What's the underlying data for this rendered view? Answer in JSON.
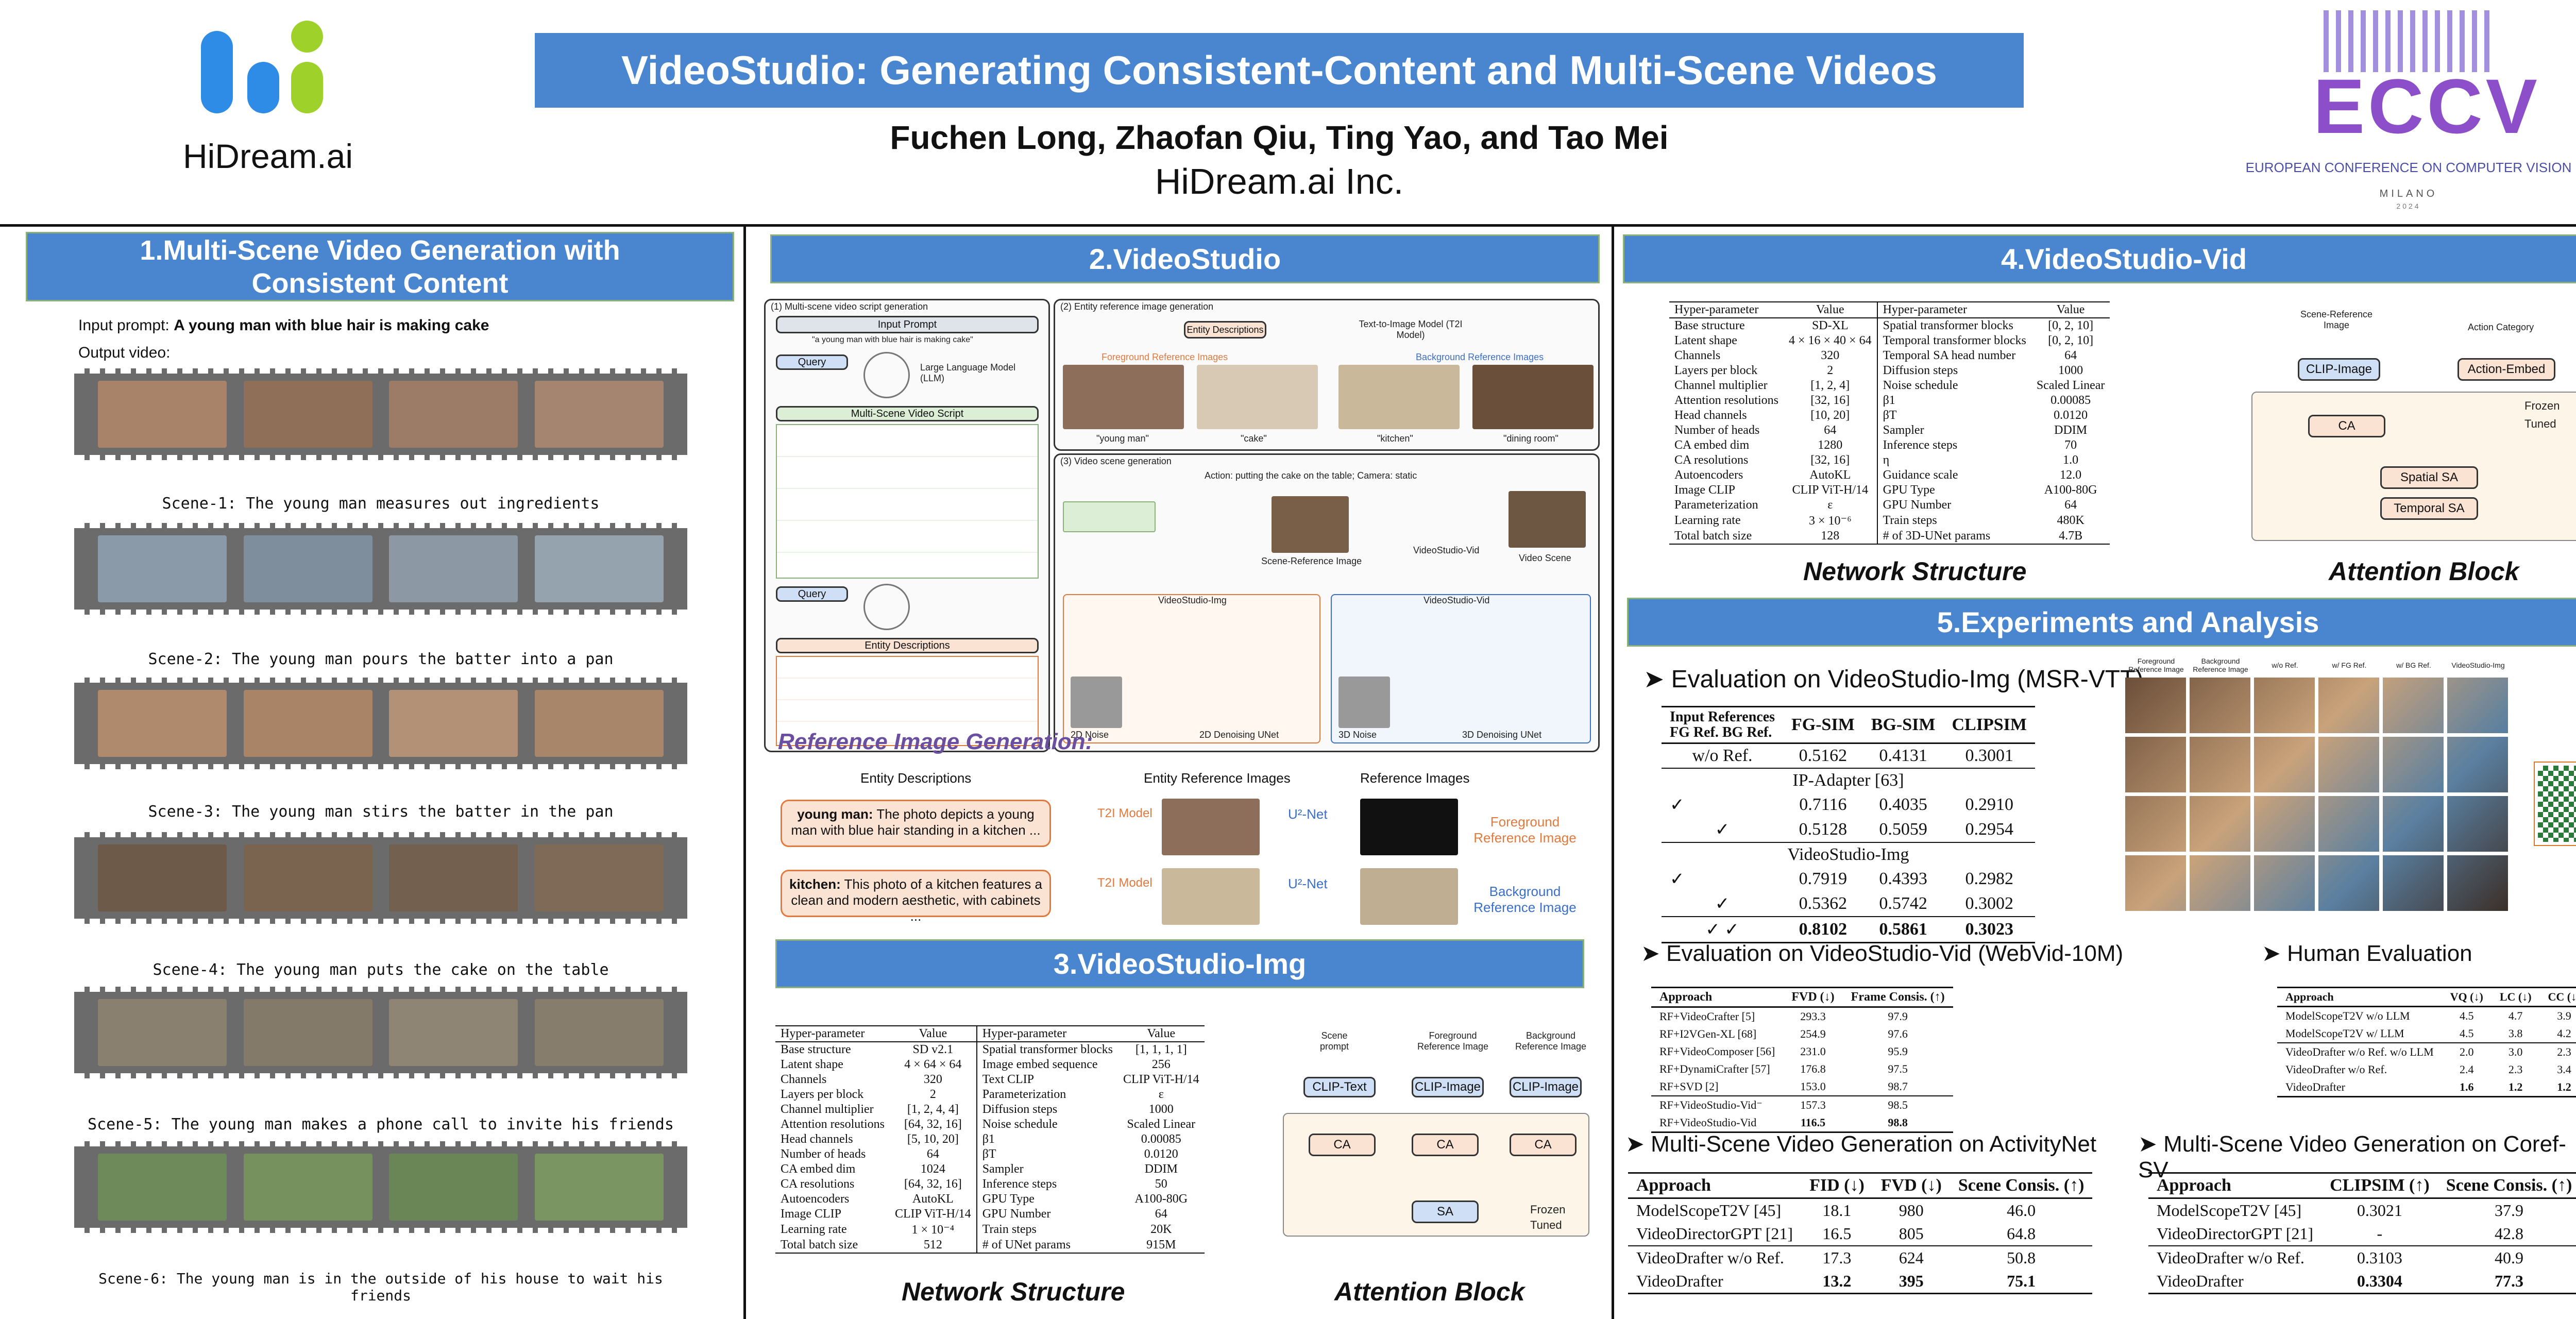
{
  "header": {
    "logo_text": "HiDream.ai",
    "title": "VideoStudio: Generating Consistent-Content and Multi-Scene Videos",
    "authors": "Fuchen Long, Zhaofan Qiu, Ting Yao, and Tao Mei",
    "institution": "HiDream.ai Inc.",
    "eccv_text": "ECCV",
    "eccv_sub": "EUROPEAN CONFERENCE ON COMPUTER VISION",
    "eccv_city": "MILANO",
    "eccv_year": "2024"
  },
  "sections": {
    "s1": "1.Multi-Scene Video Generation with Consistent Content",
    "s2": "2.VideoStudio",
    "s3": "3.VideoStudio-Img",
    "s4": "4.VideoStudio-Vid",
    "s5": "5.Experiments and Analysis"
  },
  "s1": {
    "prompt_label": "Input prompt: ",
    "prompt": "A young man with blue hair is making cake",
    "output_label": "Output video:",
    "scenes": [
      "Scene-1: The young man measures out ingredients",
      "Scene-2: The young man pours the batter into a pan",
      "Scene-3: The young man stirs the batter in the pan",
      "Scene-4: The young man puts the cake on the table",
      "Scene-5: The young man makes a phone call to invite his friends",
      "Scene-6: The young man is in the outside of his house to wait his friends"
    ]
  },
  "s2": {
    "p1": "(1) Multi-scene video script generation",
    "p2": "(2) Entity reference image generation",
    "p3": "(3) Video scene generation",
    "input_prompt": "Input Prompt",
    "prompt_q": "\"a young man with blue hair is making cake\"",
    "query": "Query",
    "llm": "Large Language Model (LLM)",
    "script": "Multi-Scene Video Script",
    "entity_desc": "Entity Descriptions",
    "t2i": "Text-to-Image Model (T2I Model)",
    "fg_ref": "Foreground Reference Images",
    "bg_ref": "Background Reference Images",
    "ents": [
      "\"young man\"",
      "\"cake\"",
      "\"kitchen\"",
      "\"dining room\""
    ],
    "action": "Action: putting the cake on the table; Camera: static",
    "vs_img": "VideoStudio-Img",
    "vs_vid": "VideoStudio-Vid",
    "sri": "Scene-Reference Image",
    "video_scene": "Video Scene",
    "unet2": "2D Denoising UNet",
    "unet3": "3D Denoising UNet",
    "noise2": "2D Noise",
    "noise3": "3D Noise",
    "ref_title": "Reference Image Generation:",
    "ref_col1": "Entity Descriptions",
    "ref_col2": "Entity Reference Images",
    "ref_col3": "Reference Images",
    "ref_r1_key": "young man:",
    "ref_r1": " The photo depicts a young man with blue hair standing in a kitchen ...",
    "ref_r2_key": "kitchen:",
    "ref_r2": " This photo of a kitchen features a clean and modern aesthetic, with cabinets ...",
    "t2i_model": "T2I Model",
    "unet": "U²-Net",
    "fg_label": "Foreground Reference Image",
    "bg_label": "Background Reference Image"
  },
  "s3": {
    "header": [
      "Hyper-parameter",
      "Value",
      "Hyper-parameter",
      "Value"
    ],
    "rows": [
      [
        "Base structure",
        "SD v2.1",
        "Spatial transformer blocks",
        "[1, 1, 1, 1]"
      ],
      [
        "Latent shape",
        "4 × 64 × 64",
        "Image embed sequence",
        "256"
      ],
      [
        "Channels",
        "320",
        "Text CLIP",
        "CLIP ViT-H/14"
      ],
      [
        "Layers per block",
        "2",
        "Parameterization",
        "ε"
      ],
      [
        "Channel multiplier",
        "[1, 2, 4, 4]",
        "Diffusion steps",
        "1000"
      ],
      [
        "Attention resolutions",
        "[64, 32, 16]",
        "Noise schedule",
        "Scaled Linear"
      ],
      [
        "Head channels",
        "[5, 10, 20]",
        "β1",
        "0.00085"
      ],
      [
        "Number of heads",
        "64",
        "βT",
        "0.0120"
      ],
      [
        "CA embed dim",
        "1024",
        "Sampler",
        "DDIM"
      ],
      [
        "CA resolutions",
        "[64, 32, 16]",
        "Inference steps",
        "50"
      ],
      [
        "Autoencoders",
        "AutoKL",
        "GPU Type",
        "A100-80G"
      ],
      [
        "Image CLIP",
        "CLIP ViT-H/14",
        "GPU Number",
        "64"
      ],
      [
        "Learning rate",
        "1 × 10⁻⁴",
        "Train steps",
        "20K"
      ],
      [
        "Total batch size",
        "512",
        "# of UNet params",
        "915M"
      ]
    ],
    "net_caption": "Network Structure",
    "att_caption": "Attention Block",
    "att": {
      "scene_prompt": "Scene prompt",
      "fg": "Foreground Reference Image",
      "bg": "Background Reference Image",
      "clip_text": "CLIP-Text",
      "clip_img": "CLIP-Image",
      "ca": "CA",
      "sa": "SA",
      "frozen": "Frozen",
      "tuned": "Tuned"
    }
  },
  "s4": {
    "header": [
      "Hyper-parameter",
      "Value",
      "Hyper-parameter",
      "Value"
    ],
    "rows": [
      [
        "Base structure",
        "SD-XL",
        "Spatial transformer blocks",
        "[0, 2, 10]"
      ],
      [
        "Latent shape",
        "4 × 16 × 40 × 64",
        "Temporal transformer blocks",
        "[0, 2, 10]"
      ],
      [
        "Channels",
        "320",
        "Temporal SA head number",
        "64"
      ],
      [
        "Layers per block",
        "2",
        "Diffusion steps",
        "1000"
      ],
      [
        "Channel multiplier",
        "[1, 2, 4]",
        "Noise schedule",
        "Scaled Linear"
      ],
      [
        "Attention resolutions",
        "[32, 16]",
        "β1",
        "0.00085"
      ],
      [
        "Head channels",
        "[10, 20]",
        "βT",
        "0.0120"
      ],
      [
        "Number of heads",
        "64",
        "Sampler",
        "DDIM"
      ],
      [
        "CA embed dim",
        "1280",
        "Inference steps",
        "70"
      ],
      [
        "CA resolutions",
        "[32, 16]",
        "η",
        "1.0"
      ],
      [
        "Autoencoders",
        "AutoKL",
        "Guidance scale",
        "12.0"
      ],
      [
        "Image CLIP",
        "CLIP ViT-H/14",
        "GPU Type",
        "A100-80G"
      ],
      [
        "Parameterization",
        "ε",
        "GPU Number",
        "64"
      ],
      [
        "Learning rate",
        "3 × 10⁻⁶",
        "Train steps",
        "480K"
      ],
      [
        "Total batch size",
        "128",
        "# of 3D-UNet params",
        "4.7B"
      ]
    ],
    "net_caption": "Network Structure",
    "att_caption": "Attention Block",
    "att": {
      "sri": "Scene-Reference Image",
      "act": "Action Category",
      "clip_img": "CLIP-Image",
      "act_emb": "Action-Embed",
      "ca": "CA",
      "ssa": "Spatial SA",
      "tsa": "Temporal SA",
      "frozen": "Frozen",
      "tuned": "Tuned"
    }
  },
  "s5": {
    "eval_img": "Evaluation on VideoStudio-Img (MSR-VTT)",
    "img_tab": {
      "h_inref": "Input References",
      "h_fg": "FG Ref.",
      "h_bg": "BG Ref.",
      "h1": "FG-SIM",
      "h2": "BG-SIM",
      "h3": "CLIPSIM",
      "rows": [
        [
          "",
          "",
          "w/o Ref.",
          "0.5162",
          "0.4131",
          "0.3001"
        ],
        [
          "",
          "",
          "IP-Adapter [63]",
          "",
          "",
          ""
        ],
        [
          "✓",
          "",
          "",
          "0.7116",
          "0.4035",
          "0.2910"
        ],
        [
          "",
          "✓",
          "",
          "0.5128",
          "0.5059",
          "0.2954"
        ],
        [
          "",
          "",
          "VideoStudio-Img",
          "",
          "",
          ""
        ],
        [
          "✓",
          "",
          "",
          "0.7919",
          "0.4393",
          "0.2982"
        ],
        [
          "",
          "✓",
          "",
          "0.5362",
          "0.5742",
          "0.3002"
        ],
        [
          "✓",
          "✓",
          "",
          "0.8102",
          "0.5861",
          "0.3023"
        ]
      ]
    },
    "img_cols": [
      "Foreground Reference Image",
      "Background Reference Image",
      "w/o Ref.",
      "w/ FG Ref.",
      "w/ BG Ref.",
      "VideoStudio-Img"
    ],
    "eval_vid": "Evaluation on VideoStudio-Vid (WebVid-10M)",
    "vid_tab": {
      "h": [
        "Approach",
        "FVD (↓)",
        "Frame Consis. (↑)"
      ],
      "rows": [
        [
          "RF+VideoCrafter [5]",
          "293.3",
          "97.9"
        ],
        [
          "RF+I2VGen-XL [68]",
          "254.9",
          "97.6"
        ],
        [
          "RF+VideoComposer [56]",
          "231.0",
          "95.9"
        ],
        [
          "RF+DynamiCrafter [57]",
          "176.8",
          "97.5"
        ],
        [
          "RF+SVD [2]",
          "153.0",
          "98.7"
        ],
        [
          "RF+VideoStudio-Vid⁻",
          "157.3",
          "98.5"
        ],
        [
          "RF+VideoStudio-Vid",
          "116.5",
          "98.8"
        ]
      ]
    },
    "human": "Human Evaluation",
    "hum_tab": {
      "h": [
        "Approach",
        "VQ (↓)",
        "LC (↓)",
        "CC (↓)"
      ],
      "rows": [
        [
          "ModelScopeT2V w/o LLM",
          "4.5",
          "4.7",
          "3.9"
        ],
        [
          "ModelScopeT2V w/ LLM",
          "4.5",
          "3.8",
          "4.2"
        ],
        [
          "VideoDrafter w/o Ref. w/o LLM",
          "2.0",
          "3.0",
          "2.3"
        ],
        [
          "VideoDrafter w/o Ref.",
          "2.4",
          "2.3",
          "3.4"
        ],
        [
          "VideoDrafter",
          "1.6",
          "1.2",
          "1.2"
        ]
      ]
    },
    "act_title": "Multi-Scene Video Generation on ActivityNet",
    "act_tab": {
      "h": [
        "Approach",
        "FID (↓)",
        "FVD (↓)",
        "Scene Consis. (↑)"
      ],
      "rows": [
        [
          "ModelScopeT2V [45]",
          "18.1",
          "980",
          "46.0"
        ],
        [
          "VideoDirectorGPT [21]",
          "16.5",
          "805",
          "64.8"
        ],
        [
          "VideoDrafter w/o Ref.",
          "17.3",
          "624",
          "50.8"
        ],
        [
          "VideoDrafter",
          "13.2",
          "395",
          "75.1"
        ]
      ]
    },
    "coref_title": "Multi-Scene Video Generation on Coref-SV",
    "coref_tab": {
      "h": [
        "Approach",
        "CLIPSIM (↑)",
        "Scene Consis. (↑)"
      ],
      "rows": [
        [
          "ModelScopeT2V [45]",
          "0.3021",
          "37.9"
        ],
        [
          "VideoDirectorGPT [21]",
          "-",
          "42.8"
        ],
        [
          "VideoDrafter w/o Ref.",
          "0.3103",
          "40.9"
        ],
        [
          "VideoDrafter",
          "0.3304",
          "77.3"
        ]
      ]
    }
  },
  "colors": {
    "accent": "#4a86d0",
    "green": "#8bb17a",
    "orange": "#e07a3f",
    "blue": "#3b6fc9"
  }
}
